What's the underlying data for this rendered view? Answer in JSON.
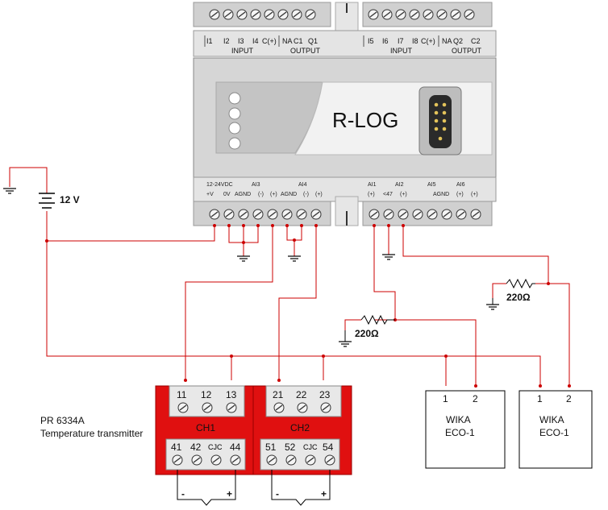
{
  "device": {
    "name": "R-LOG",
    "top_left_terminals": [
      "I1",
      "I2",
      "I3",
      "I4",
      "C(+)",
      "NA",
      "C1",
      "Q1"
    ],
    "top_left_input_label": "INPUT",
    "top_left_output_label": "OUTPUT",
    "top_right_terminals": [
      "I5",
      "I6",
      "I7",
      "I8",
      "C(+)",
      "NA",
      "Q2",
      "C2"
    ],
    "top_right_input_label": "INPUT",
    "top_right_output_label": "OUTPUT",
    "bottom_left_supply": "12-24VDC",
    "bottom_left_group_a": "AI3",
    "bottom_left_group_b": "AI4",
    "bottom_left_terminals": [
      "+V",
      "0V",
      "AGND",
      "(-)",
      "(+)",
      "AGND",
      "(-)",
      "(+)"
    ],
    "bottom_right_groups": [
      "AI1",
      "AI2",
      "AI5",
      "AI6"
    ],
    "bottom_right_terminals": [
      "(+)",
      "<47",
      "(+)",
      "AGND",
      "(+)",
      "(+)"
    ]
  },
  "supply": {
    "voltage": "12 V"
  },
  "resistors": [
    {
      "value": "220Ω"
    },
    {
      "value": "220Ω"
    }
  ],
  "transmitter": {
    "model": "PR 6334A",
    "description": "Temperature transmitter",
    "ch1": {
      "name": "CH1",
      "top": [
        "11",
        "12",
        "13"
      ],
      "bottom": [
        "41",
        "42",
        "CJC",
        "44"
      ]
    },
    "ch2": {
      "name": "CH2",
      "top": [
        "21",
        "22",
        "23"
      ],
      "bottom": [
        "51",
        "52",
        "CJC",
        "54"
      ]
    },
    "polarity": {
      "minus": "-",
      "plus": "+"
    }
  },
  "sensors": [
    {
      "brand": "WIKA",
      "model": "ECO-1",
      "pins": [
        "1",
        "2"
      ]
    },
    {
      "brand": "WIKA",
      "model": "ECO-1",
      "pins": [
        "1",
        "2"
      ]
    }
  ],
  "colors": {
    "wire": "#cc0000",
    "transmitter": "#e01010",
    "device": "#d9d9d9",
    "terminal_block": "#c8c8c8"
  }
}
